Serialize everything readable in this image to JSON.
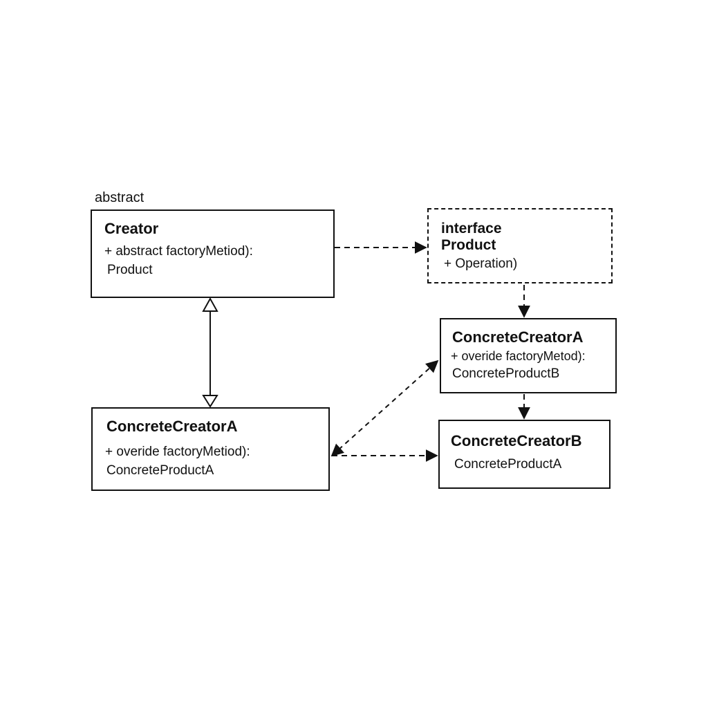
{
  "colors": {
    "ink": "#111111",
    "background": "#ffffff"
  },
  "creator": {
    "stereotype": "abstract",
    "name": "Creator",
    "lines": [
      "+ abstract factoryMetiod):",
      "Product"
    ]
  },
  "product": {
    "stereotype": "interface",
    "name": "Product",
    "lines": [
      "+ Operation)"
    ]
  },
  "concrete_creator_a_right": {
    "name": "ConcreteCreatorA",
    "lines": [
      "+ overide factoryMetod):",
      "ConcreteProductB"
    ]
  },
  "concrete_creator_a_left": {
    "name": "ConcreteCreatorA",
    "lines": [
      "+ overide factoryMetiod):",
      "ConcreteProductA"
    ]
  },
  "concrete_creator_b": {
    "name": "ConcreteCreatorB",
    "lines": [
      "ConcreteProductA"
    ]
  }
}
